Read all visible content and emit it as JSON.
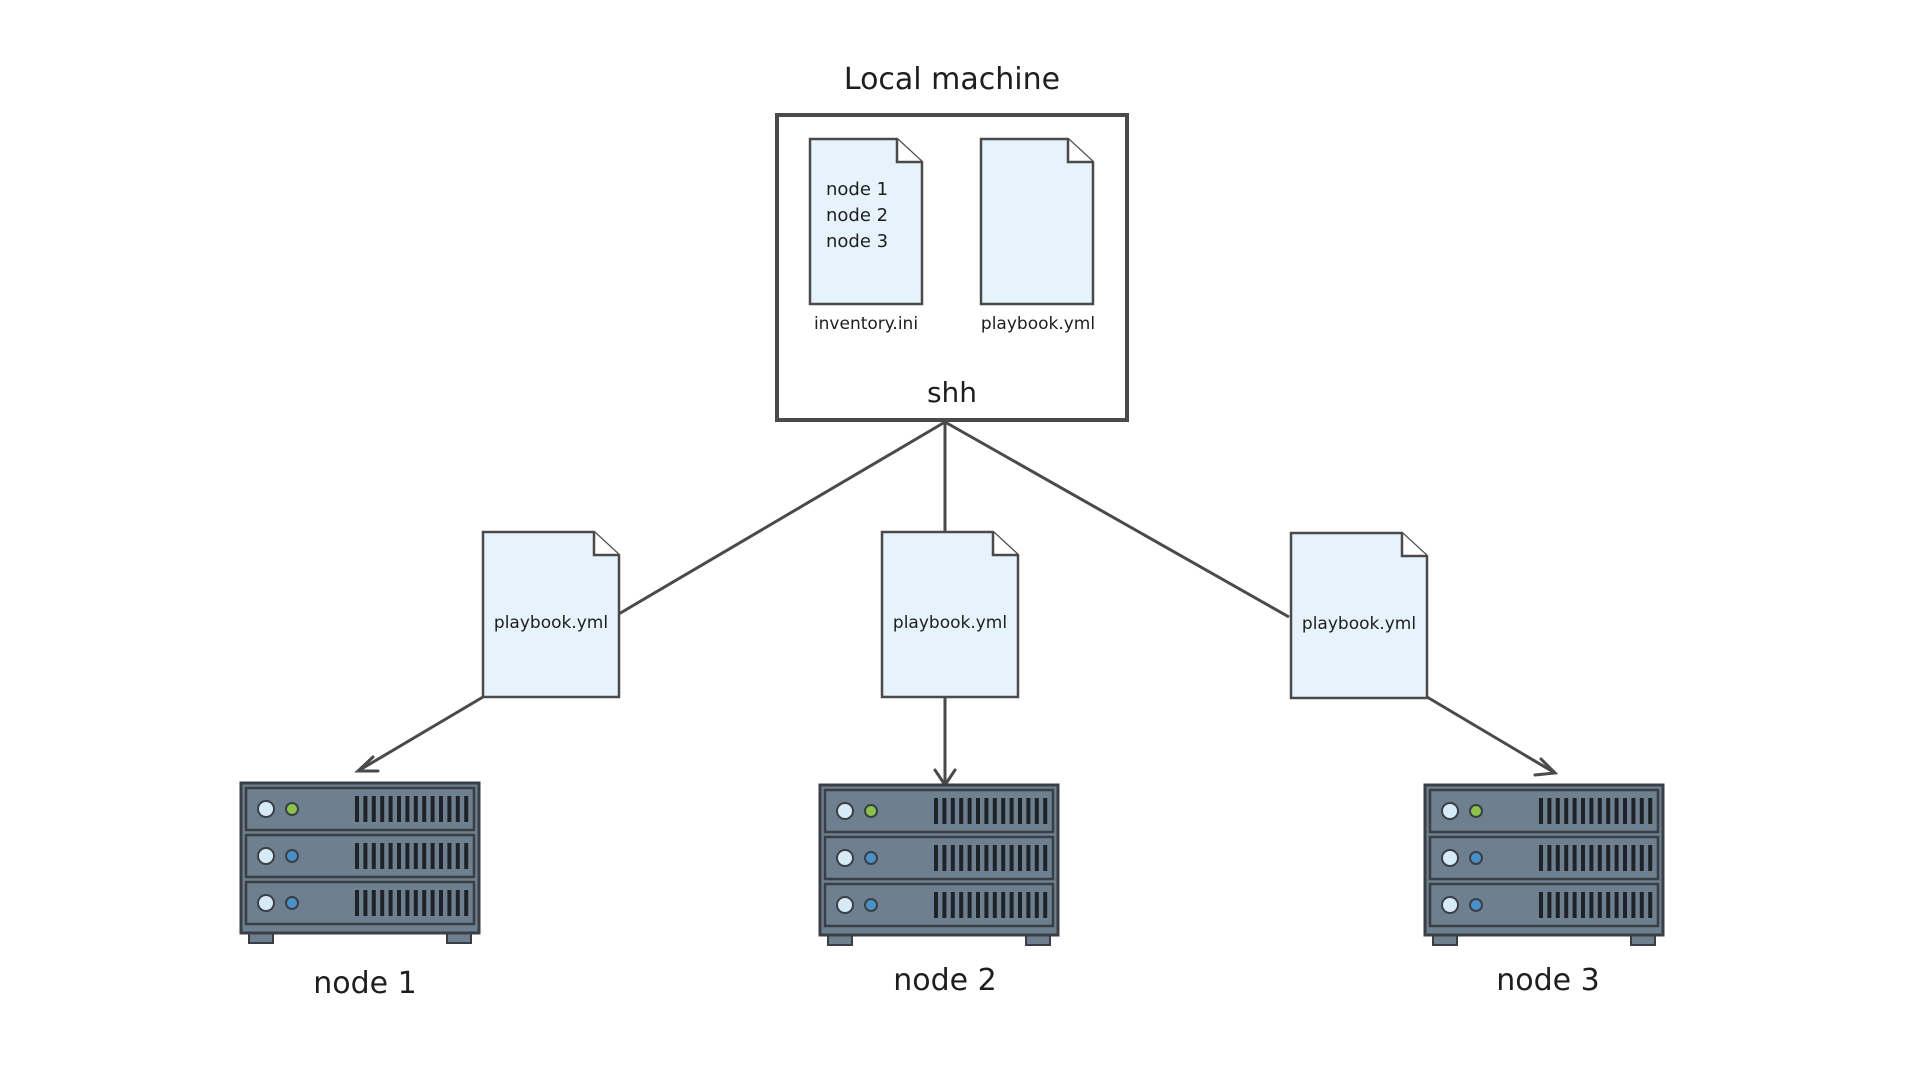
{
  "local_machine": {
    "title": "Local machine",
    "ssh_label": "shh",
    "inventory_file": {
      "name": "inventory.ini",
      "lines": [
        "node 1",
        "node 2",
        "node 3"
      ]
    },
    "playbook_file": {
      "name": "playbook.yml"
    }
  },
  "transfers": [
    {
      "file_label": "playbook.yml"
    },
    {
      "file_label": "playbook.yml"
    },
    {
      "file_label": "playbook.yml"
    }
  ],
  "nodes": [
    {
      "label": "node 1"
    },
    {
      "label": "node 2"
    },
    {
      "label": "node 3"
    }
  ],
  "colors": {
    "document_fill": "#e6f3fa",
    "outline": "#4a4a4a",
    "server_body": "#6e7f8f",
    "server_dark": "#3a3f45",
    "led_green": "#8bc34a",
    "led_blue": "#4a90c8",
    "led_light": "#d6ebf7"
  }
}
